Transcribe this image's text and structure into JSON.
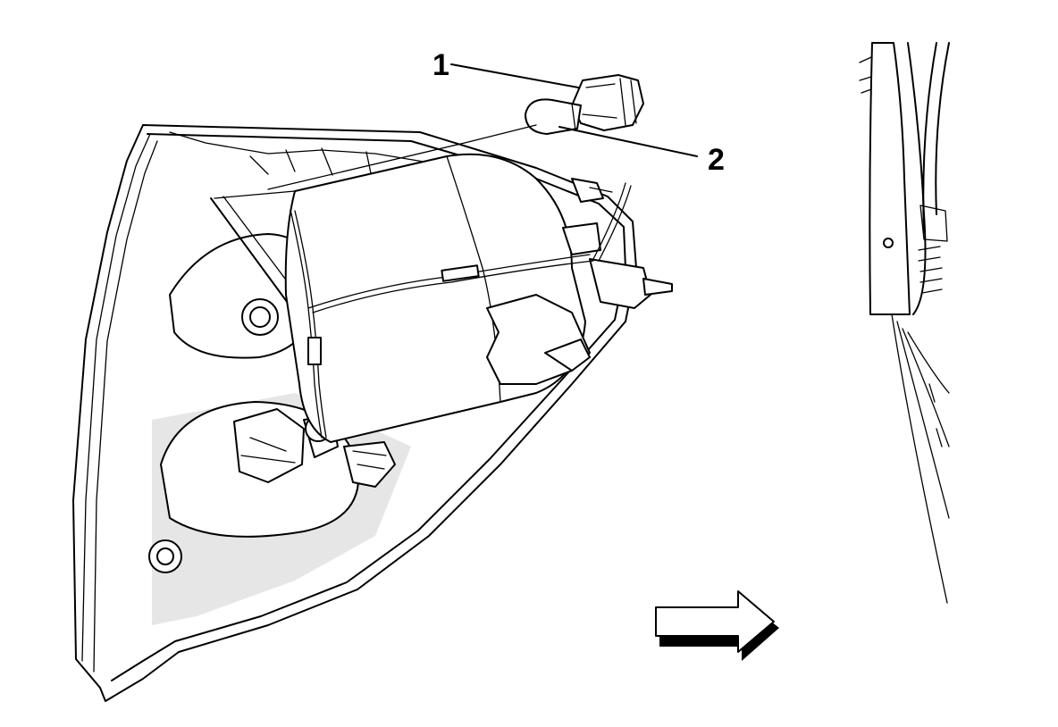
{
  "callouts": [
    {
      "label": "1",
      "part": "socket"
    },
    {
      "label": "2",
      "part": "bulb"
    }
  ],
  "direction_arrow": {
    "icon": "right-arrow-icon",
    "fill": "#ffffff",
    "stroke": "#000000",
    "shadow": "#000000"
  },
  "colors": {
    "line": "#000000",
    "shade": "#e6e6e6",
    "background": "#ffffff"
  }
}
